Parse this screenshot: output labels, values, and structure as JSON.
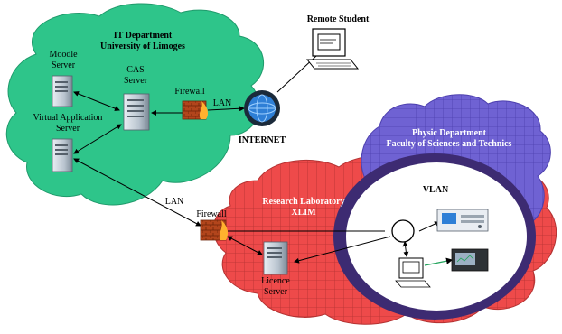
{
  "labels": {
    "it_department_line1": "IT Department",
    "it_department_line2": "University of Limoges",
    "moodle_line1": "Moodle",
    "moodle_line2": "Server",
    "cas_line1": "CAS",
    "cas_line2": "Server",
    "virtual_line1": "Virtual Application",
    "virtual_line2": "Server",
    "firewall_top": "Firewall",
    "firewall_bottom": "Firewall",
    "lan_top": "LAN",
    "lan_bottom": "LAN",
    "internet": "INTERNET",
    "remote_student": "Remote Student",
    "physic_line1": "Physic Department",
    "physic_line2": "Faculty of Sciences and Technics",
    "research_line1": "Research Laboratory",
    "research_line2": "XLIM",
    "vlan": "VLAN",
    "licence_line1": "Licence",
    "licence_line2": "Server"
  },
  "colors": {
    "it_cloud": "#2ec58a",
    "research_cloud": "#ee4a4a",
    "physic_cloud": "#6f62d3",
    "vlan_ring": "#3d2b72",
    "internet_blue": "#2e7fd6",
    "firewall": "#b2451c",
    "green_link": "#21a35b"
  }
}
